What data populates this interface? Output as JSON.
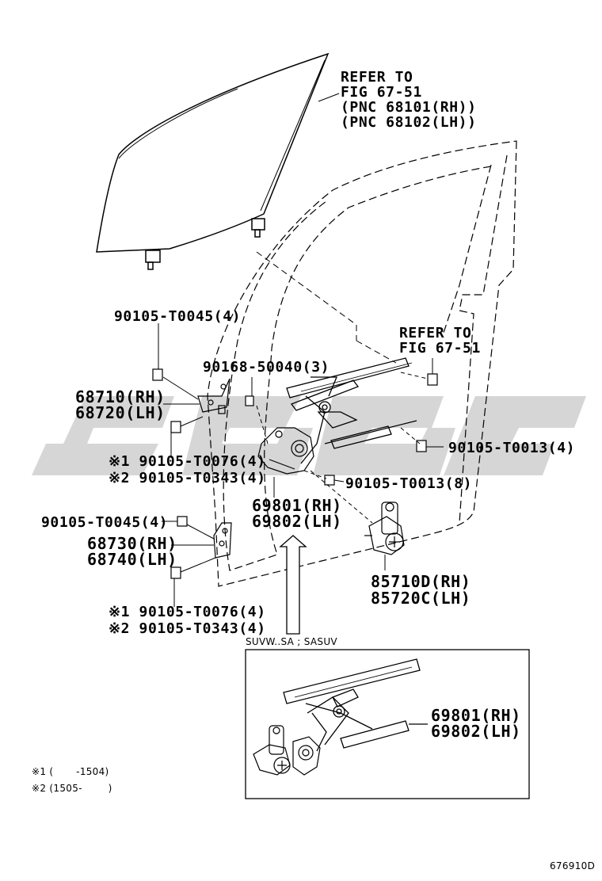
{
  "refer_top": [
    "REFER TO",
    "FIG 67-51",
    "(PNC 68101(RH))",
    "(PNC 68102(LH))"
  ],
  "refer_right": [
    "REFER TO",
    "FIG 67-51"
  ],
  "labels": {
    "bolt_90105_T0045_upper": "90105-T0045(4)",
    "bolt_90168_50040": "90168-50040(3)",
    "hinge_upper": [
      "68710(RH)",
      "68720(LH)"
    ],
    "bolt_note1_upper": "※1 90105-T0076(4)",
    "bolt_note2_upper": "※2 90105-T0343(4)",
    "bolt_90105_T0013_4": "90105-T0013(4)",
    "bolt_90105_T0013_8": "90105-T0013(8)",
    "regulator": [
      "69801(RH)",
      "69802(LH)"
    ],
    "bolt_90105_T0045_lower": "90105-T0045(4)",
    "hinge_lower": [
      "68730(RH)",
      "68740(LH)"
    ],
    "motor": [
      "85710D(RH)",
      "85720C(LH)"
    ],
    "bolt_note1_lower": "※1 90105-T0076(4)",
    "bolt_note2_lower": "※2 90105-T0343(4)",
    "inset_title": "SUVW..SA ; SASUV",
    "inset_regulator": [
      "69801(RH)",
      "69802(LH)"
    ],
    "footnote1": "※1 (       -1504)",
    "footnote2": "※2 (1505-        )",
    "figure_id": "676910D"
  },
  "colors": {
    "line": "#000000",
    "watermark": "#d6d6d6"
  },
  "icons": [
    "glass-panel",
    "bolt",
    "hinge-bracket",
    "window-regulator",
    "regulator-motor",
    "arrow-up"
  ]
}
